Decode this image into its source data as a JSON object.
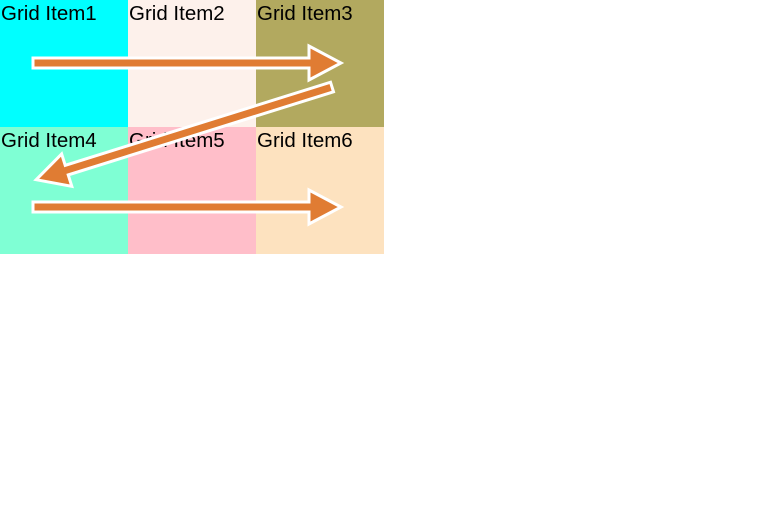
{
  "grid": {
    "items": [
      {
        "label": "Grid Item1",
        "color": "#00ffff"
      },
      {
        "label": "Grid Item2",
        "color": "#fdf1eb"
      },
      {
        "label": "Grid Item3",
        "color": "#b2a95f"
      },
      {
        "label": "Grid Item4",
        "color": "#7fffd4"
      },
      {
        "label": "Grid Item5",
        "color": "#ffbec9"
      },
      {
        "label": "Grid Item6",
        "color": "#fde2bf"
      }
    ]
  },
  "arrows": {
    "color": "#e07c33",
    "outline": "#ffffff",
    "items": [
      {
        "name": "row1-flow-arrow",
        "direction": "left-to-right across row 1"
      },
      {
        "name": "wrap-flow-arrow",
        "direction": "diagonal from row 1 end back to row 2 start"
      },
      {
        "name": "row2-flow-arrow",
        "direction": "left-to-right across row 2"
      }
    ]
  },
  "page": {
    "background": "#ffffff",
    "text_color": "#000000"
  }
}
